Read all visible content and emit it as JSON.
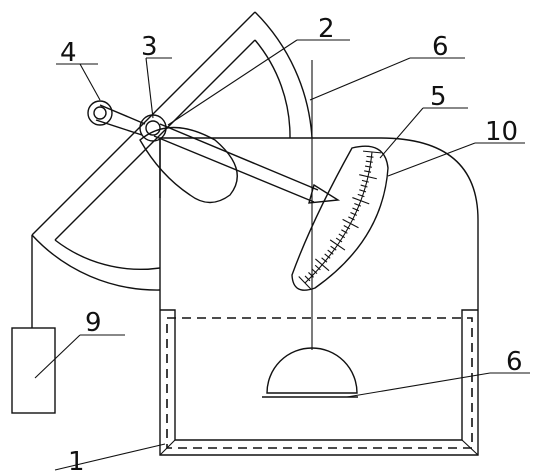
{
  "labels": {
    "part_1": "1",
    "part_2": "2",
    "part_3": "3",
    "part_4": "4",
    "part_5": "5",
    "part_6_top": "6",
    "part_6_bottom": "6",
    "part_9": "9",
    "part_10": "10"
  },
  "colors": {
    "line": "#111111",
    "background": "#ffffff"
  }
}
